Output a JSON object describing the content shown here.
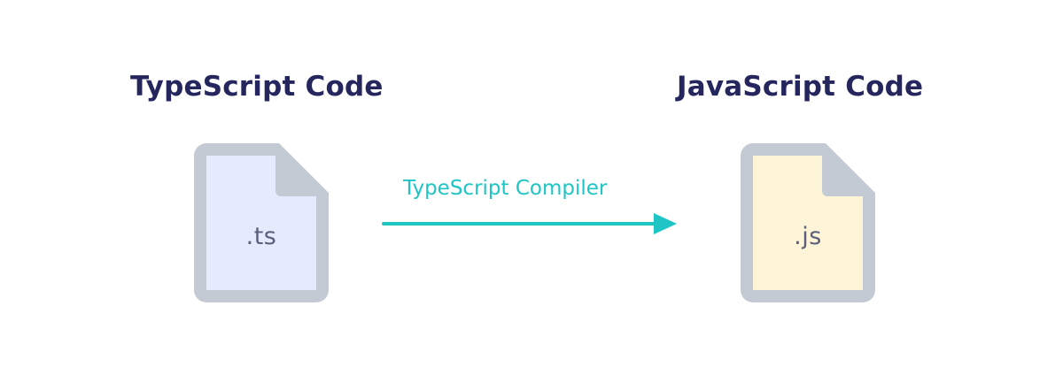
{
  "source": {
    "heading": "TypeScript Code",
    "extension": ".ts",
    "fill_color": "#e3ebfc"
  },
  "output": {
    "heading": "JavaScript Code",
    "extension": ".js",
    "fill_color": "#fef4d7"
  },
  "process": {
    "label": "TypeScript Compiler",
    "color": "#1fc5c5"
  },
  "colors": {
    "heading": "#25265e",
    "file_border": "#c4cad3",
    "extension_text": "#5b5e7c"
  }
}
